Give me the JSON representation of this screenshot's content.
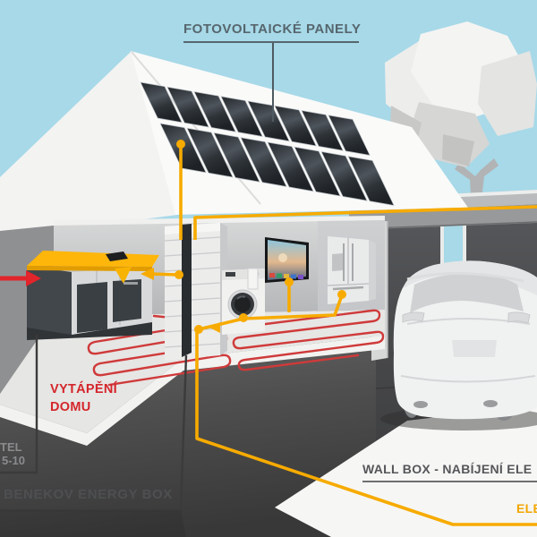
{
  "title": {
    "text": "FOTOVOLTAICKÉ PANELY"
  },
  "labels": {
    "heating": {
      "line1": "VYTÁPĚNÍ",
      "line2": "DOMU"
    },
    "boiler_model_fragment": {
      "line1": "TEL",
      "line2": "5-10"
    },
    "energy_box": {
      "text": "BENEKOV ENERGY BOX"
    },
    "wall_box": {
      "text": "WALL BOX - NABÍJENÍ ELE"
    },
    "electric_fragment": {
      "text": "ELE"
    }
  },
  "colors": {
    "sky": "#a7d9e8",
    "wire_yellow": "#f7ab00",
    "boiler_yellow": "#ffb60a",
    "heating_pipe_red": "#cf3a3a",
    "arrow_red": "#e2242b",
    "label_slate": "#57666e",
    "label_red": "#d4262b",
    "ground_dark": "#4a4a4a"
  }
}
